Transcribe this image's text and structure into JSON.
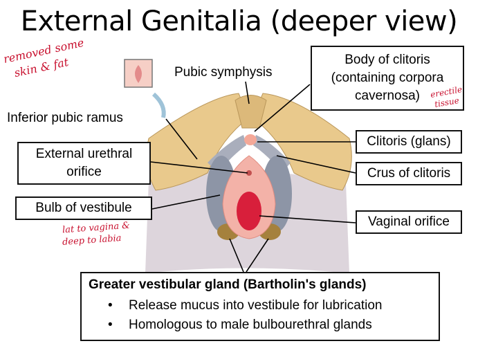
{
  "title": "External Genitalia (deeper view)",
  "labels": {
    "pubic_symphysis": "Pubic symphysis",
    "body_of_clitoris_line1": "Body of clitoris",
    "body_of_clitoris_line2": "(containing corpora",
    "body_of_clitoris_line3": "cavernosa)",
    "inferior_pubic_ramus": "Inferior pubic  ramus",
    "clitoris_glans": "Clitoris (glans)",
    "external_urethral_line1": "External urethral",
    "external_urethral_line2": "orifice",
    "crus_of_clitoris": "Crus of clitoris",
    "bulb_of_vestibule": "Bulb of vestibule",
    "vaginal_orifice": "Vaginal orifice"
  },
  "gland_box": {
    "title": "Greater vestibular gland (Bartholin's glands)",
    "bullets": [
      "Release mucus into vestibule for lubrication",
      "Homologous to male bulbourethral glands"
    ]
  },
  "handwritten_notes": {
    "removed_line1": "removed some",
    "removed_line2": "skin & fat",
    "erectile_line1": "erectile",
    "erectile_line2": "tissue",
    "lat_line1": "lat to vagina &",
    "lat_line2": "deep to labia"
  },
  "colors": {
    "bone": "#e9c98c",
    "bulb": "#8d95a6",
    "pink": "#f3b2a8",
    "red": "#d81f3b",
    "annotation": "#c8102e"
  }
}
